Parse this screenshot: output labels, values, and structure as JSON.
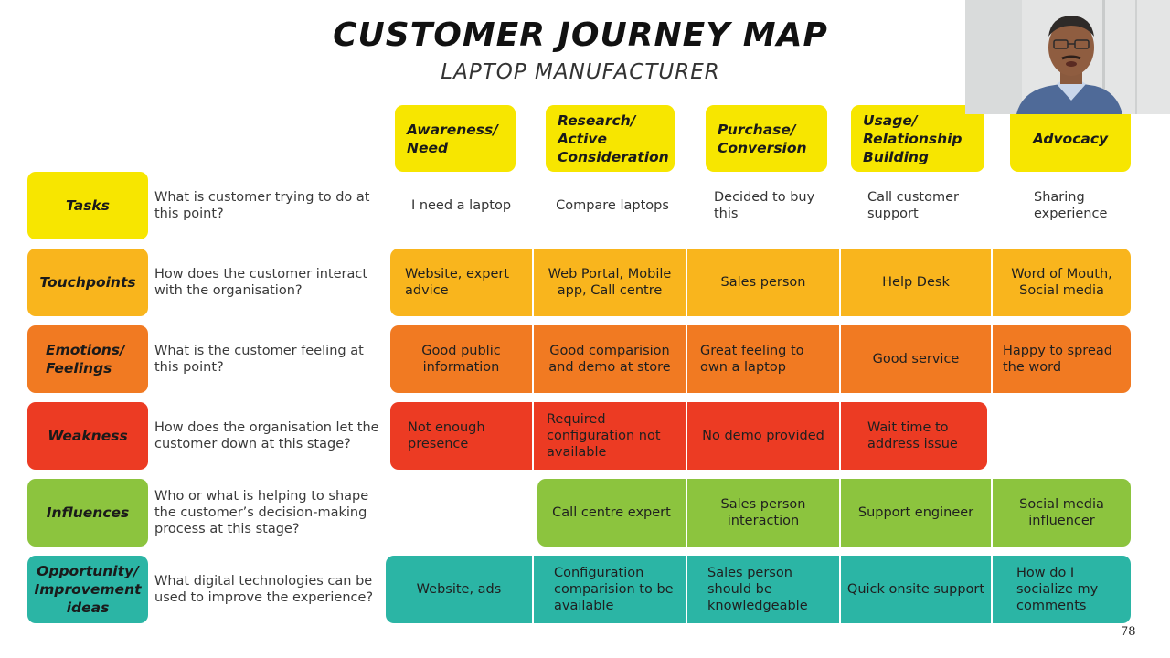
{
  "header": {
    "title": "CUSTOMER JOURNEY MAP",
    "subtitle": "LAPTOP MANUFACTURER"
  },
  "stages": [
    {
      "label": "Awareness/ Need"
    },
    {
      "label": "Research/ Active Consideration"
    },
    {
      "label": "Purchase/ Conversion"
    },
    {
      "label": "Usage/ Relationship Building"
    },
    {
      "label": "Advocacy"
    }
  ],
  "rows": [
    {
      "label": "Tasks",
      "question": "What is customer trying to do at this point?",
      "color": "#f7e600",
      "cells": [
        "I need a laptop",
        "Compare laptops",
        "Decided to buy this",
        "Call customer support",
        "Sharing experience"
      ]
    },
    {
      "label": "Touchpoints",
      "question": "How does the customer interact with the organisation?",
      "color": "#f9b51d",
      "cells": [
        "Website, expert advice",
        "Web Portal, Mobile app, Call centre",
        "Sales person",
        "Help Desk",
        "Word of Mouth, Social media"
      ]
    },
    {
      "label": "Emotions/ Feelings",
      "question": "What is the customer feeling at this point?",
      "color": "#f17a22",
      "cells": [
        "Good public information",
        "Good comparision and demo at store",
        "Great feeling to own a laptop",
        "Good service",
        "Happy to spread the word"
      ]
    },
    {
      "label": "Weakness",
      "question": "How does the organisation let the customer down at this stage?",
      "color": "#ec3b23",
      "cells": [
        "Not enough presence",
        "Required configuration not available",
        "No demo provided",
        "Wait time to address issue"
      ]
    },
    {
      "label": "Influences",
      "question": "Who or what is helping to shape the customer’s decision-making process at this stage?",
      "color": "#8cc43e",
      "cells": [
        "Call centre expert",
        "Sales person interaction",
        "Support engineer",
        "Social media influencer"
      ]
    },
    {
      "label": "Opportunity/ Improvement ideas",
      "question": "What digital technologies can be used to improve the experience?",
      "color": "#2bb5a5",
      "cells": [
        "Website, ads",
        "Configuration comparision to be available",
        "Sales person should be knowledgeable",
        "Quick onsite support",
        "How do I socialize my comments"
      ]
    }
  ],
  "page_number": "78"
}
